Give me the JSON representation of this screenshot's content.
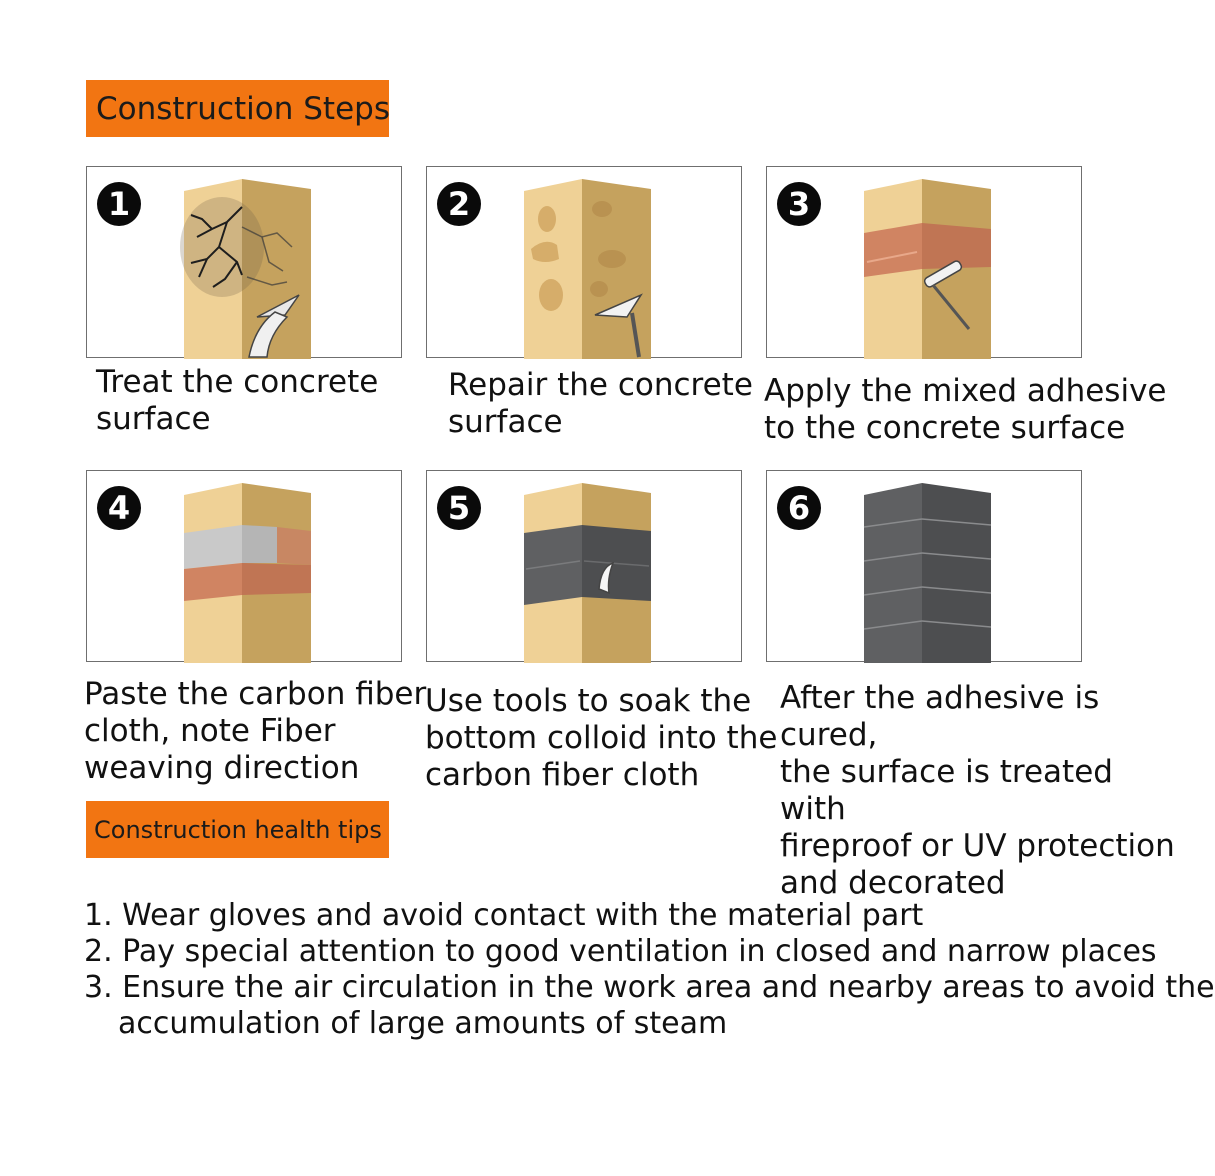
{
  "header": {
    "title": "Construction Steps"
  },
  "steps": [
    {
      "number": "1",
      "caption": "Treat the concrete\nsurface",
      "icon": "cracked-concrete-column-icon"
    },
    {
      "number": "2",
      "caption": "Repair the concrete\nsurface",
      "icon": "patched-concrete-column-icon"
    },
    {
      "number": "3",
      "caption": "Apply the mixed adhesive\n to the concrete surface",
      "icon": "adhesive-roller-column-icon"
    },
    {
      "number": "4",
      "caption": "Paste the carbon fiber\ncloth, note Fiber\nweaving direction",
      "icon": "fiber-cloth-wrap-column-icon"
    },
    {
      "number": "5",
      "caption": "Use tools to soak the\nbottom colloid into the\ncarbon fiber cloth",
      "icon": "scraper-soak-column-icon"
    },
    {
      "number": "6",
      "caption": "After the adhesive is cured,\nthe surface is treated with\nfireproof or UV protection\nand decorated",
      "icon": "wrapped-column-icon"
    }
  ],
  "tips": {
    "title": "Construction health tips",
    "items": [
      "1. Wear gloves and avoid contact with the material part",
      "2. Pay special attention to good ventilation in closed and narrow places",
      "3. Ensure the air circulation in the work area and nearby areas to avoid the",
      "accumulation of large amounts of steam"
    ]
  },
  "colors": {
    "banner": "#f27512",
    "concrete_light": "#efd196",
    "concrete_dark": "#c5a25e",
    "adhesive_band": "#d08462",
    "carbon_fiber": "#58595b",
    "border": "#6f6f6f"
  }
}
